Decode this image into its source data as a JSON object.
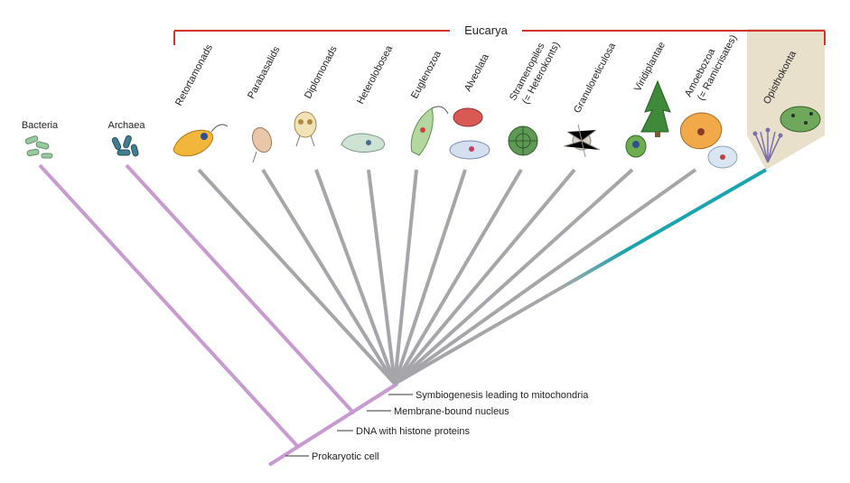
{
  "diagram": {
    "group_label": "Eucarya",
    "domains": {
      "bacteria": "Bacteria",
      "archaea": "Archaea"
    },
    "eukaryote_groups": [
      "Retortamonads",
      "Parabasalids",
      "Diplomonads",
      "Heterolobosea",
      "Euglenozoa",
      "Alveolata",
      "Stramenopiles",
      "(= Heterokonts)",
      "Granuloreticulosa",
      "Viridiplantae",
      "Amoebozoa",
      "(= Ramicrisates)",
      "Opisthokonta"
    ],
    "nodes": {
      "mitochondria": "Symbiogenesis leading to mitochondria",
      "nucleus": "Membrane-bound nucleus",
      "histone": "DNA with histone proteins",
      "prokaryotic": "Prokaryotic cell"
    },
    "colors": {
      "prokaryote_branch": "#c79ad0",
      "eukaryote_branch": "#a6a6aa",
      "opisthokont_branch": "#1aa4b0",
      "bracket": "#d0342c",
      "highlight_panel": "#e9e0cc"
    }
  }
}
